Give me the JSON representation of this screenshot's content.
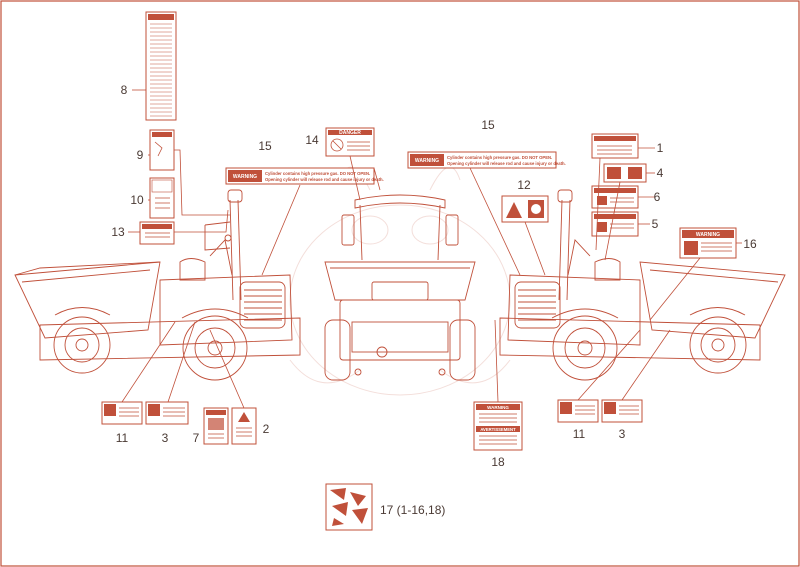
{
  "diagram": {
    "accent_color": "#c0503a",
    "label_color": "#4a3a34",
    "background": "#ffffff",
    "callouts": {
      "c1": "1",
      "c2": "2",
      "c3a": "3",
      "c3b": "3",
      "c4": "4",
      "c5": "5",
      "c6": "6",
      "c7": "7",
      "c8": "8",
      "c9": "9",
      "c10": "10",
      "c11a": "11",
      "c11b": "11",
      "c12": "12",
      "c13": "13",
      "c14": "14",
      "c15a": "15",
      "c15b": "15",
      "c16": "16",
      "c17": "17 (1-16,18)",
      "c18": "18"
    },
    "decals": {
      "warning_word": "WARNING",
      "danger_word": "DANGER",
      "avertissement_word": "AVERTISSEMENT",
      "cylinder_line1": "Cylinder contains high pressure gas. DO NOT OPEN.",
      "cylinder_line2": "Opening cylinder will release rod and cause injury or death."
    }
  }
}
